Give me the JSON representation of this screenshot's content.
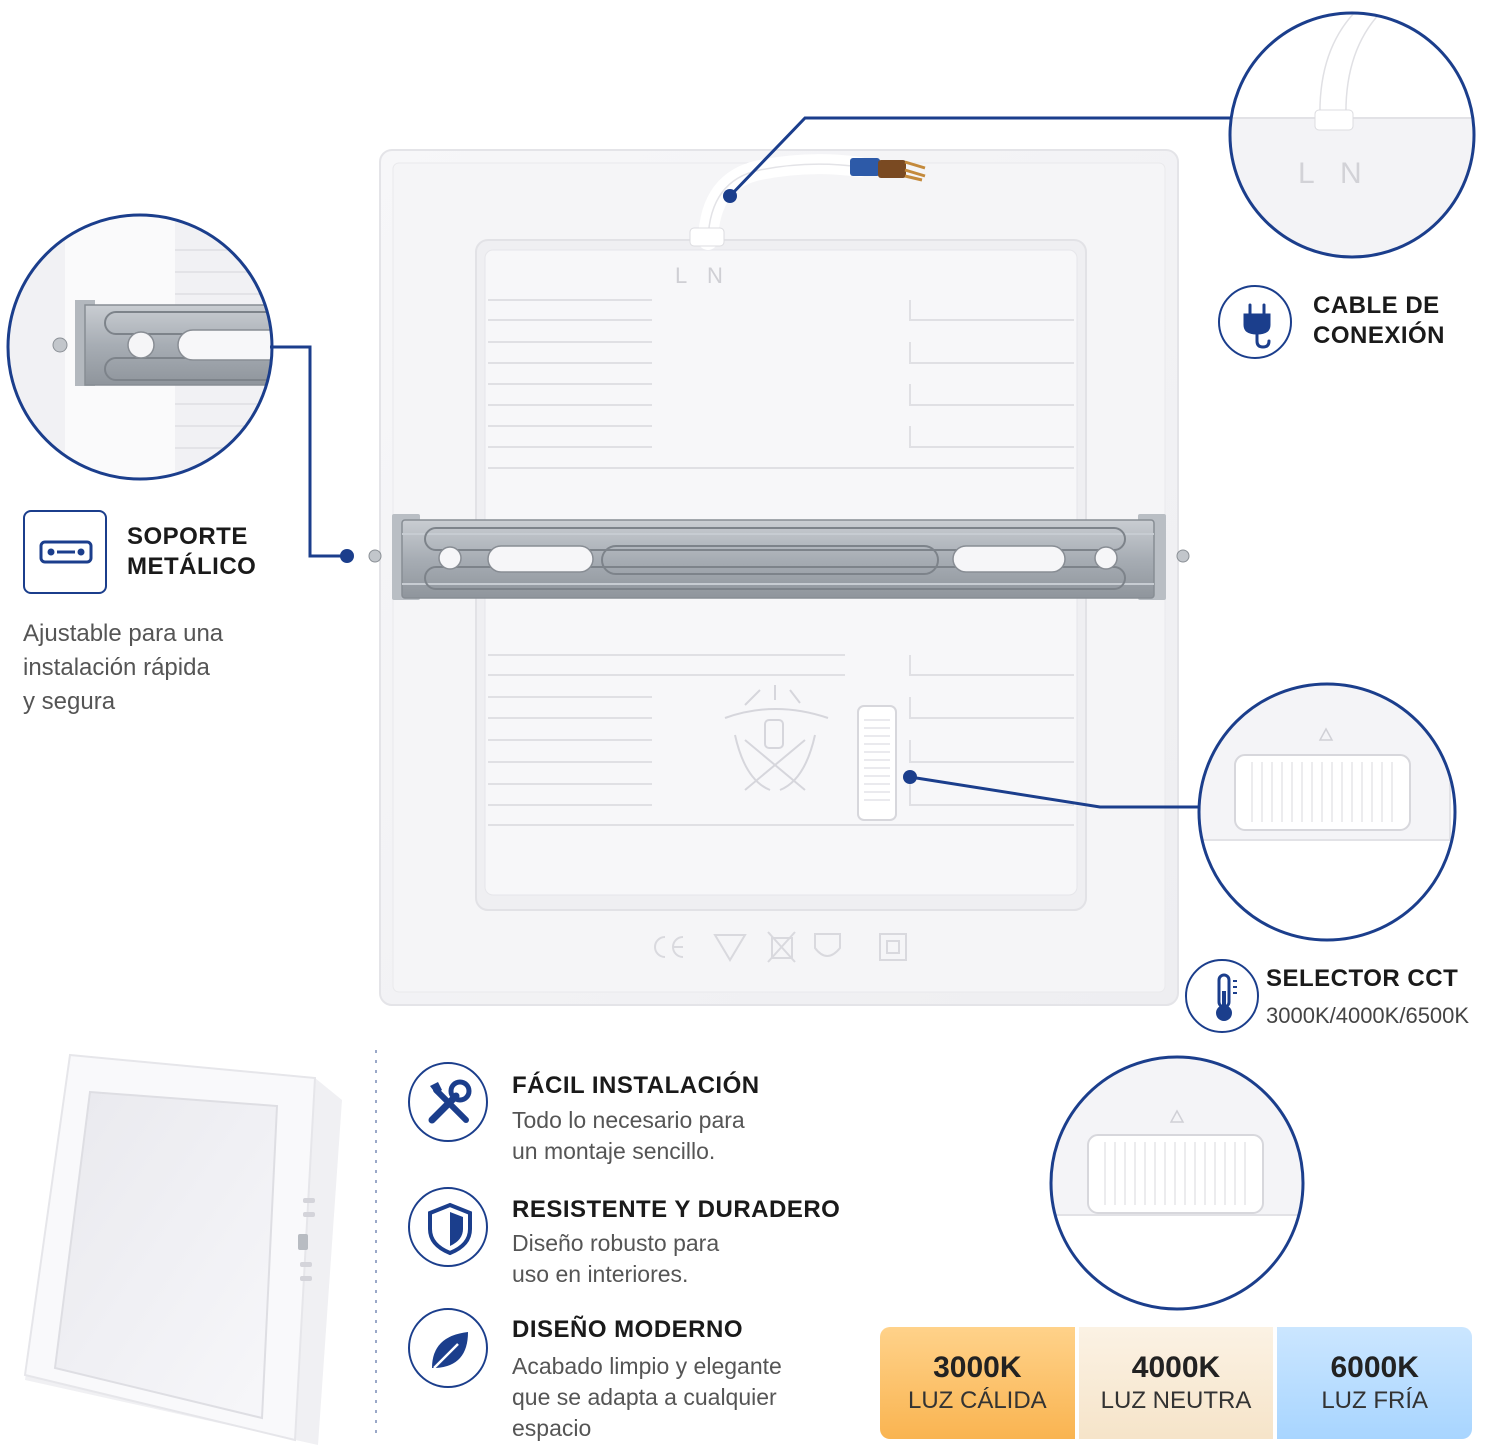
{
  "colors": {
    "accent": "#1b3e8c",
    "panel": "#f3f3f5",
    "text": "#1a1a1a",
    "muted": "#555555"
  },
  "panel": {
    "marking_L": "L",
    "marking_N": "N"
  },
  "callouts": {
    "cable": {
      "title": "CABLE DE\nCONEXIÓN",
      "icon": "plug-icon"
    },
    "bracket": {
      "title": "SOPORTE\nMETÁLICO",
      "description": "Ajustable para una\ninstalación rápida\ny segura",
      "icon": "bracket-icon"
    },
    "selector": {
      "title": "SELECTOR CCT",
      "subtitle": "3000K/4000K/6500K",
      "icon": "thermometer-icon"
    }
  },
  "features": [
    {
      "title": "FÁCIL INSTALACIÓN",
      "description": "Todo lo necesario para\nun montaje sencillo.",
      "icon": "tools-icon"
    },
    {
      "title": "RESISTENTE Y DURADERO",
      "description": "Diseño robusto para\nuso en interiores.",
      "icon": "shield-icon"
    },
    {
      "title": "DISEÑO MODERNO",
      "description": "Acabado limpio y elegante\nque se adapta a cualquier\nespacio",
      "icon": "leaf-icon"
    }
  ],
  "temperatures": [
    {
      "kelvin": "3000K",
      "label": "LUZ CÁLIDA",
      "color": "#f9b451"
    },
    {
      "kelvin": "4000K",
      "label": "LUZ NEUTRA",
      "color": "#f6e4c9"
    },
    {
      "kelvin": "6000K",
      "label": "LUZ FRÍA",
      "color": "#a8d5ff"
    }
  ]
}
